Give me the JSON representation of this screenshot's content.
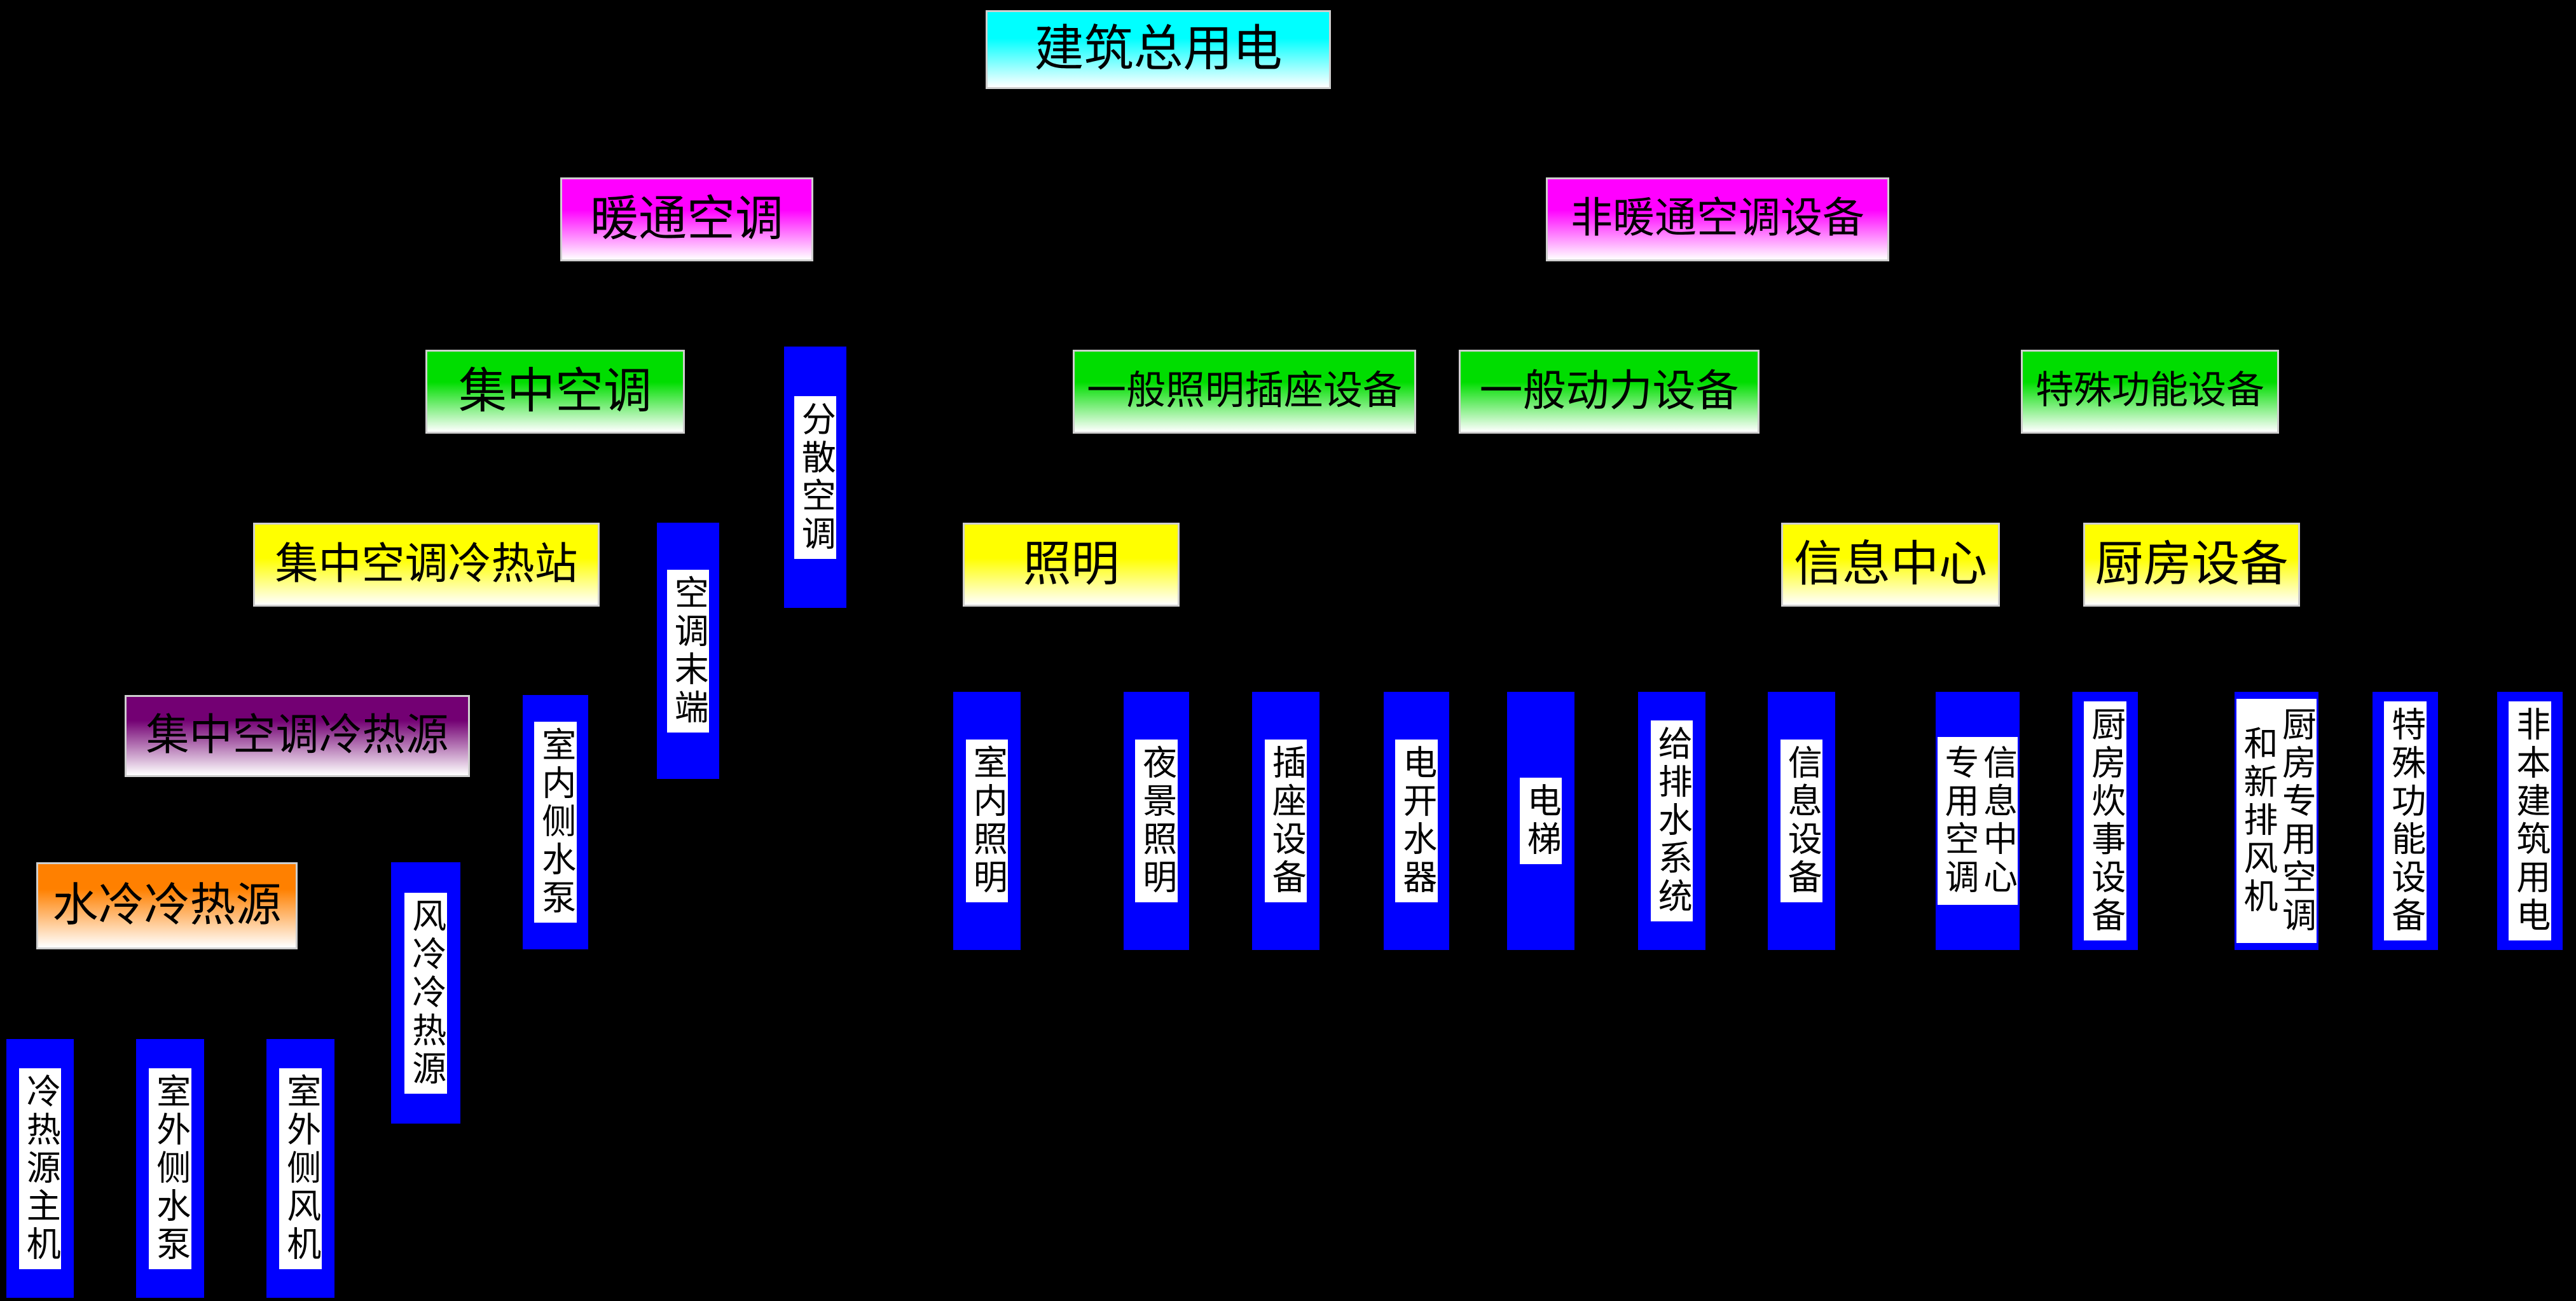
{
  "colors": {
    "background": "#000000",
    "cyan_top": "#00ffff",
    "magenta_top": "#ff00ff",
    "green_top": "#00dd00",
    "yellow_top": "#ffff00",
    "purple_top": "#730073",
    "orange_top": "#ff8000",
    "blue_bar": "#0000ff",
    "gradient_bottom": "#ffffff",
    "label_bg": "#ffffff",
    "text": "#000000"
  },
  "diagram_title": "建筑总用电",
  "nodes": {
    "total": {
      "label": "建筑总用电",
      "color": "cyan"
    },
    "hvac": {
      "label": "暖通空调",
      "color": "magenta"
    },
    "non_hvac": {
      "label": "非暖通空调设备",
      "color": "magenta"
    },
    "central_ac": {
      "label": "集中空调",
      "color": "green"
    },
    "dispersed_ac": {
      "label": "分散空调",
      "color": "blue"
    },
    "general_lighting_socket": {
      "label": "一般照明插座设备",
      "color": "green"
    },
    "general_power": {
      "label": "一般动力设备",
      "color": "green"
    },
    "special_function": {
      "label": "特殊功能设备",
      "color": "green"
    },
    "central_ac_station": {
      "label": "集中空调冷热站",
      "color": "yellow"
    },
    "ac_terminal": {
      "label": "空调末端",
      "color": "blue"
    },
    "lighting": {
      "label": "照明",
      "color": "yellow"
    },
    "info_center": {
      "label": "信息中心",
      "color": "yellow"
    },
    "kitchen_equipment": {
      "label": "厨房设备",
      "color": "yellow"
    },
    "central_ac_source": {
      "label": "集中空调冷热源",
      "color": "purple"
    },
    "indoor_side_pump": {
      "label": "室内侧水泵",
      "color": "blue"
    },
    "indoor_lighting": {
      "label": "室内照明",
      "color": "blue"
    },
    "night_lighting": {
      "label": "夜景照明",
      "color": "blue"
    },
    "socket_equipment": {
      "label": "插座设备",
      "color": "blue"
    },
    "electric_water_heater": {
      "label": "电开水器",
      "color": "blue"
    },
    "elevator": {
      "label": "电梯",
      "color": "blue"
    },
    "water_supply_drainage": {
      "label": "给排水系统",
      "color": "blue"
    },
    "info_equipment": {
      "label": "信息设备",
      "color": "blue"
    },
    "info_center_ac": {
      "label": "信息中心专用空调",
      "color": "blue"
    },
    "kitchen_cooking": {
      "label": "厨房炊事设备",
      "color": "blue"
    },
    "kitchen_ac_exhaust": {
      "label": "厨房专用空调和新排风机",
      "color": "blue"
    },
    "special_function_v": {
      "label": "特殊功能设备",
      "color": "blue"
    },
    "non_building": {
      "label": "非本建筑用电",
      "color": "blue"
    },
    "water_cooled_source": {
      "label": "水冷冷热源",
      "color": "orange"
    },
    "air_cooled_source": {
      "label": "风冷冷热源",
      "color": "blue"
    },
    "source_main_unit": {
      "label": "冷热源主机",
      "color": "blue"
    },
    "outdoor_side_pump": {
      "label": "室外侧水泵",
      "color": "blue"
    },
    "outdoor_side_fan": {
      "label": "室外侧风机",
      "color": "blue"
    }
  }
}
